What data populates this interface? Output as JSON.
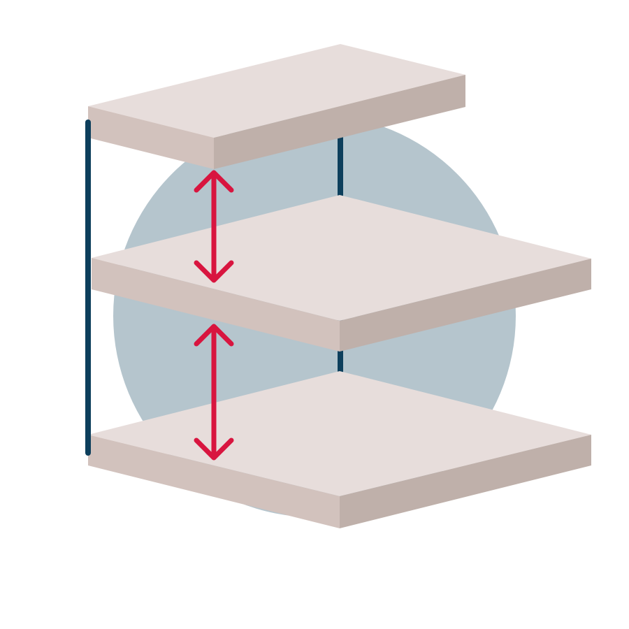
{
  "colors": {
    "background": "#ffffff",
    "circle": "#b5c5cd",
    "post": "#0d3f5c",
    "arrow": "#d8153f",
    "shelf_top": "#e7dddb",
    "shelf_front_left": "#d2c2bd",
    "shelf_front_right": "#bfb0aa"
  },
  "diagram": {
    "shelves": [
      {
        "name": "top-shelf"
      },
      {
        "name": "middle-shelf"
      },
      {
        "name": "bottom-shelf"
      }
    ],
    "arrows": [
      {
        "name": "upper-spacing-arrow",
        "icon": "double-arrow-vertical-icon"
      },
      {
        "name": "lower-spacing-arrow",
        "icon": "double-arrow-vertical-icon"
      }
    ]
  }
}
